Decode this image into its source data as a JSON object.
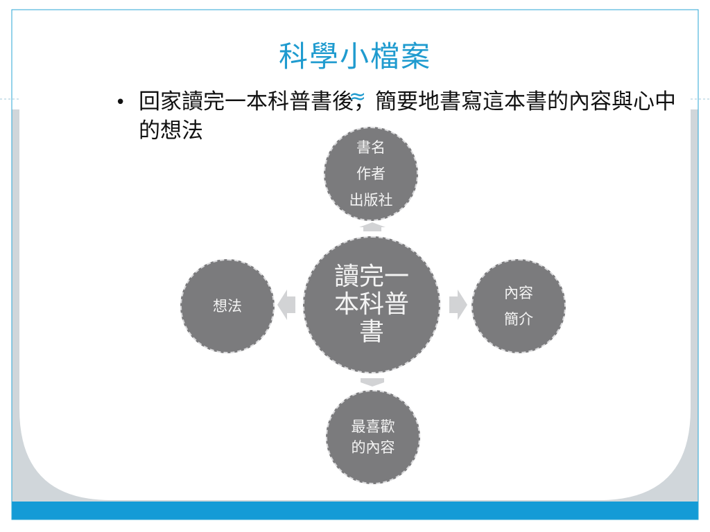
{
  "title": "科學小檔案",
  "bullet": "回家讀完一本科普書後，簡要地書寫這本書的內容與心中的想法",
  "decor_glyph": "≈",
  "colors": {
    "accent": "#1f9bcf",
    "footer_bar": "#149bd6",
    "node_fill": "#7b7b7d",
    "arrow_fill": "#d2d3d5",
    "side_panel": "#d0d6da"
  },
  "diagram": {
    "center": "讀完一\n本科普\n書",
    "top": "書名\n作者\n出版社",
    "right": "內容\n簡介",
    "bottom": "最喜歡\n的內容",
    "left": "想法"
  }
}
